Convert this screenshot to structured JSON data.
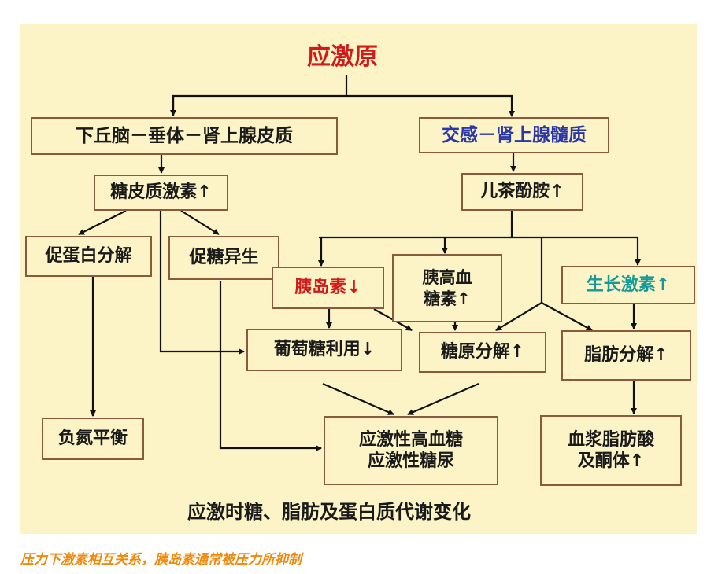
{
  "diagram": {
    "title": "应激原",
    "hpa_axis": "下丘脑－垂体－肾上腺皮质",
    "sam_axis": "交感－肾上腺髓质",
    "glucocorticoid": "糖皮质激素↑",
    "catecholamine": "儿茶酚胺↑",
    "protein_breakdown": "促蛋白分解",
    "gluconeogenesis": "促糖异生",
    "insulin": "胰岛素↓",
    "glucagon_line1": "胰高血",
    "glucagon_line2": "糖素↑",
    "growth_hormone": "生长激素↑",
    "glucose_use": "葡萄糖利用↓",
    "glycogenolysis": "糖原分解↑",
    "lipolysis": "脂肪分解↑",
    "negative_nitrogen": "负氮平衡",
    "hyperglycemia_line1": "应激性高血糖",
    "hyperglycemia_line2": "应激性糖尿",
    "ffa_line1": "血浆脂肪酸",
    "ffa_line2": "及酮体↑",
    "footer": "应激时糖、脂肪及蛋白质代谢变化"
  },
  "caption": "压力下激素相互关系，胰岛素通常被压力所抑制",
  "colors": {
    "title": "#d11a1a",
    "insulin": "#d11a1a",
    "sam": "#2b36a8",
    "growth_hormone": "#159a9a",
    "caption": "#ef8a10",
    "panel": "#fcf4c6",
    "box_border": "#8b5a3c"
  }
}
